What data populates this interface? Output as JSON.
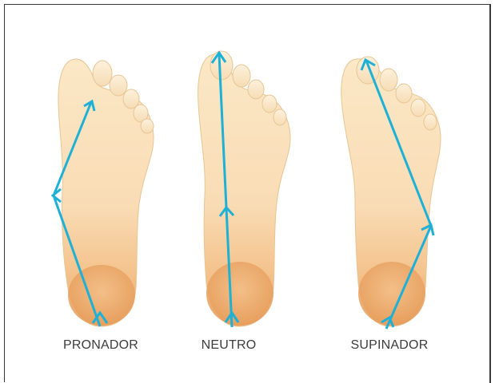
{
  "labels": {
    "pronador": "PRONADOR",
    "neutro": "NEUTRO",
    "supinador": "SUPINADOR"
  },
  "colors": {
    "arrow": "#1fb0d6",
    "skin_light": "#fbe6c2",
    "skin_mid": "#f7d3a6",
    "skin_dark": "#eda969",
    "outline": "#e2b27a"
  }
}
